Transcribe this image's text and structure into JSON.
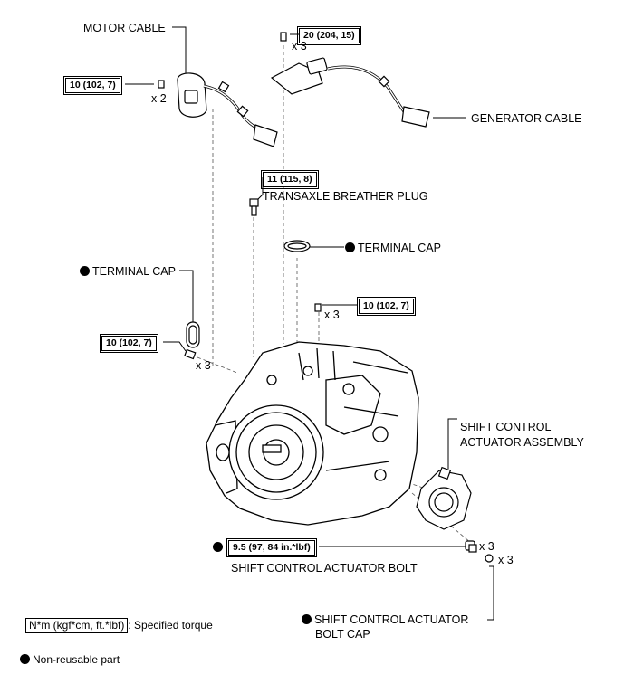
{
  "labels": {
    "motor_cable": "MOTOR CABLE",
    "generator_cable": "GENERATOR CABLE",
    "transaxle_breather_plug": "TRANSAXLE BREATHER PLUG",
    "terminal_cap_right": "TERMINAL CAP",
    "terminal_cap_left": "TERMINAL CAP",
    "shift_actuator_assembly_line1": "SHIFT CONTROL",
    "shift_actuator_assembly_line2": "ACTUATOR ASSEMBLY",
    "shift_actuator_bolt": "SHIFT CONTROL ACTUATOR BOLT",
    "shift_actuator_bolt_cap_line1": "SHIFT CONTROL ACTUATOR",
    "shift_actuator_bolt_cap_line2": "BOLT CAP"
  },
  "torques": {
    "motor_cable_bolt": "10 (102, 7)",
    "generator_cable_bolt": "20 (204, 15)",
    "breather_plug": "11 (115, 8)",
    "right_terminal_bolt": "10 (102, 7)",
    "left_terminal_bolt": "10 (102, 7)",
    "actuator_bolt": "9.5 (97, 84 in.*lbf)"
  },
  "quantities": {
    "motor_cable_bolt": "x 2",
    "generator_cable_bolt": "x 3",
    "right_terminal_bolt": "x 3",
    "left_terminal_bolt": "x 3",
    "actuator_bolt": "x 3",
    "actuator_bolt_cap": "x 3"
  },
  "legend": {
    "torque_unit": "N*m (kgf*cm, ft.*lbf)",
    "torque_desc": ": Specified torque",
    "non_reusable": "Non-reusable part"
  }
}
